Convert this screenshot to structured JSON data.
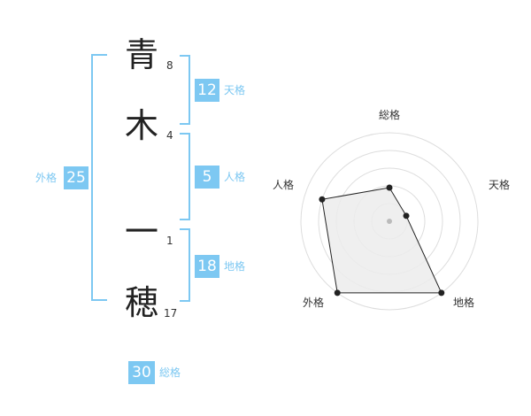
{
  "name": {
    "chars": [
      {
        "kanji": "青",
        "strokes": "8"
      },
      {
        "kanji": "木",
        "strokes": "4"
      },
      {
        "kanji": "一",
        "strokes": "1"
      },
      {
        "kanji": "穂",
        "strokes": "17"
      }
    ]
  },
  "fortune": {
    "tenkaku": {
      "value": "12",
      "label": "天格"
    },
    "jinkaku": {
      "value": "5",
      "label": "人格"
    },
    "chikaku": {
      "value": "18",
      "label": "地格"
    },
    "gaikaku": {
      "value": "25",
      "label": "外格"
    },
    "soukaku": {
      "value": "30",
      "label": "総格"
    }
  },
  "radar": {
    "axes": [
      "総格",
      "天格",
      "地格",
      "外格",
      "人格"
    ],
    "levels": [
      0.38,
      0.2,
      1.0,
      1.0,
      0.8
    ],
    "colors": {
      "fill": "#ececec",
      "stroke": "#222222",
      "ring": "#dddddd"
    }
  },
  "colors": {
    "accent": "#7dc8f2"
  }
}
